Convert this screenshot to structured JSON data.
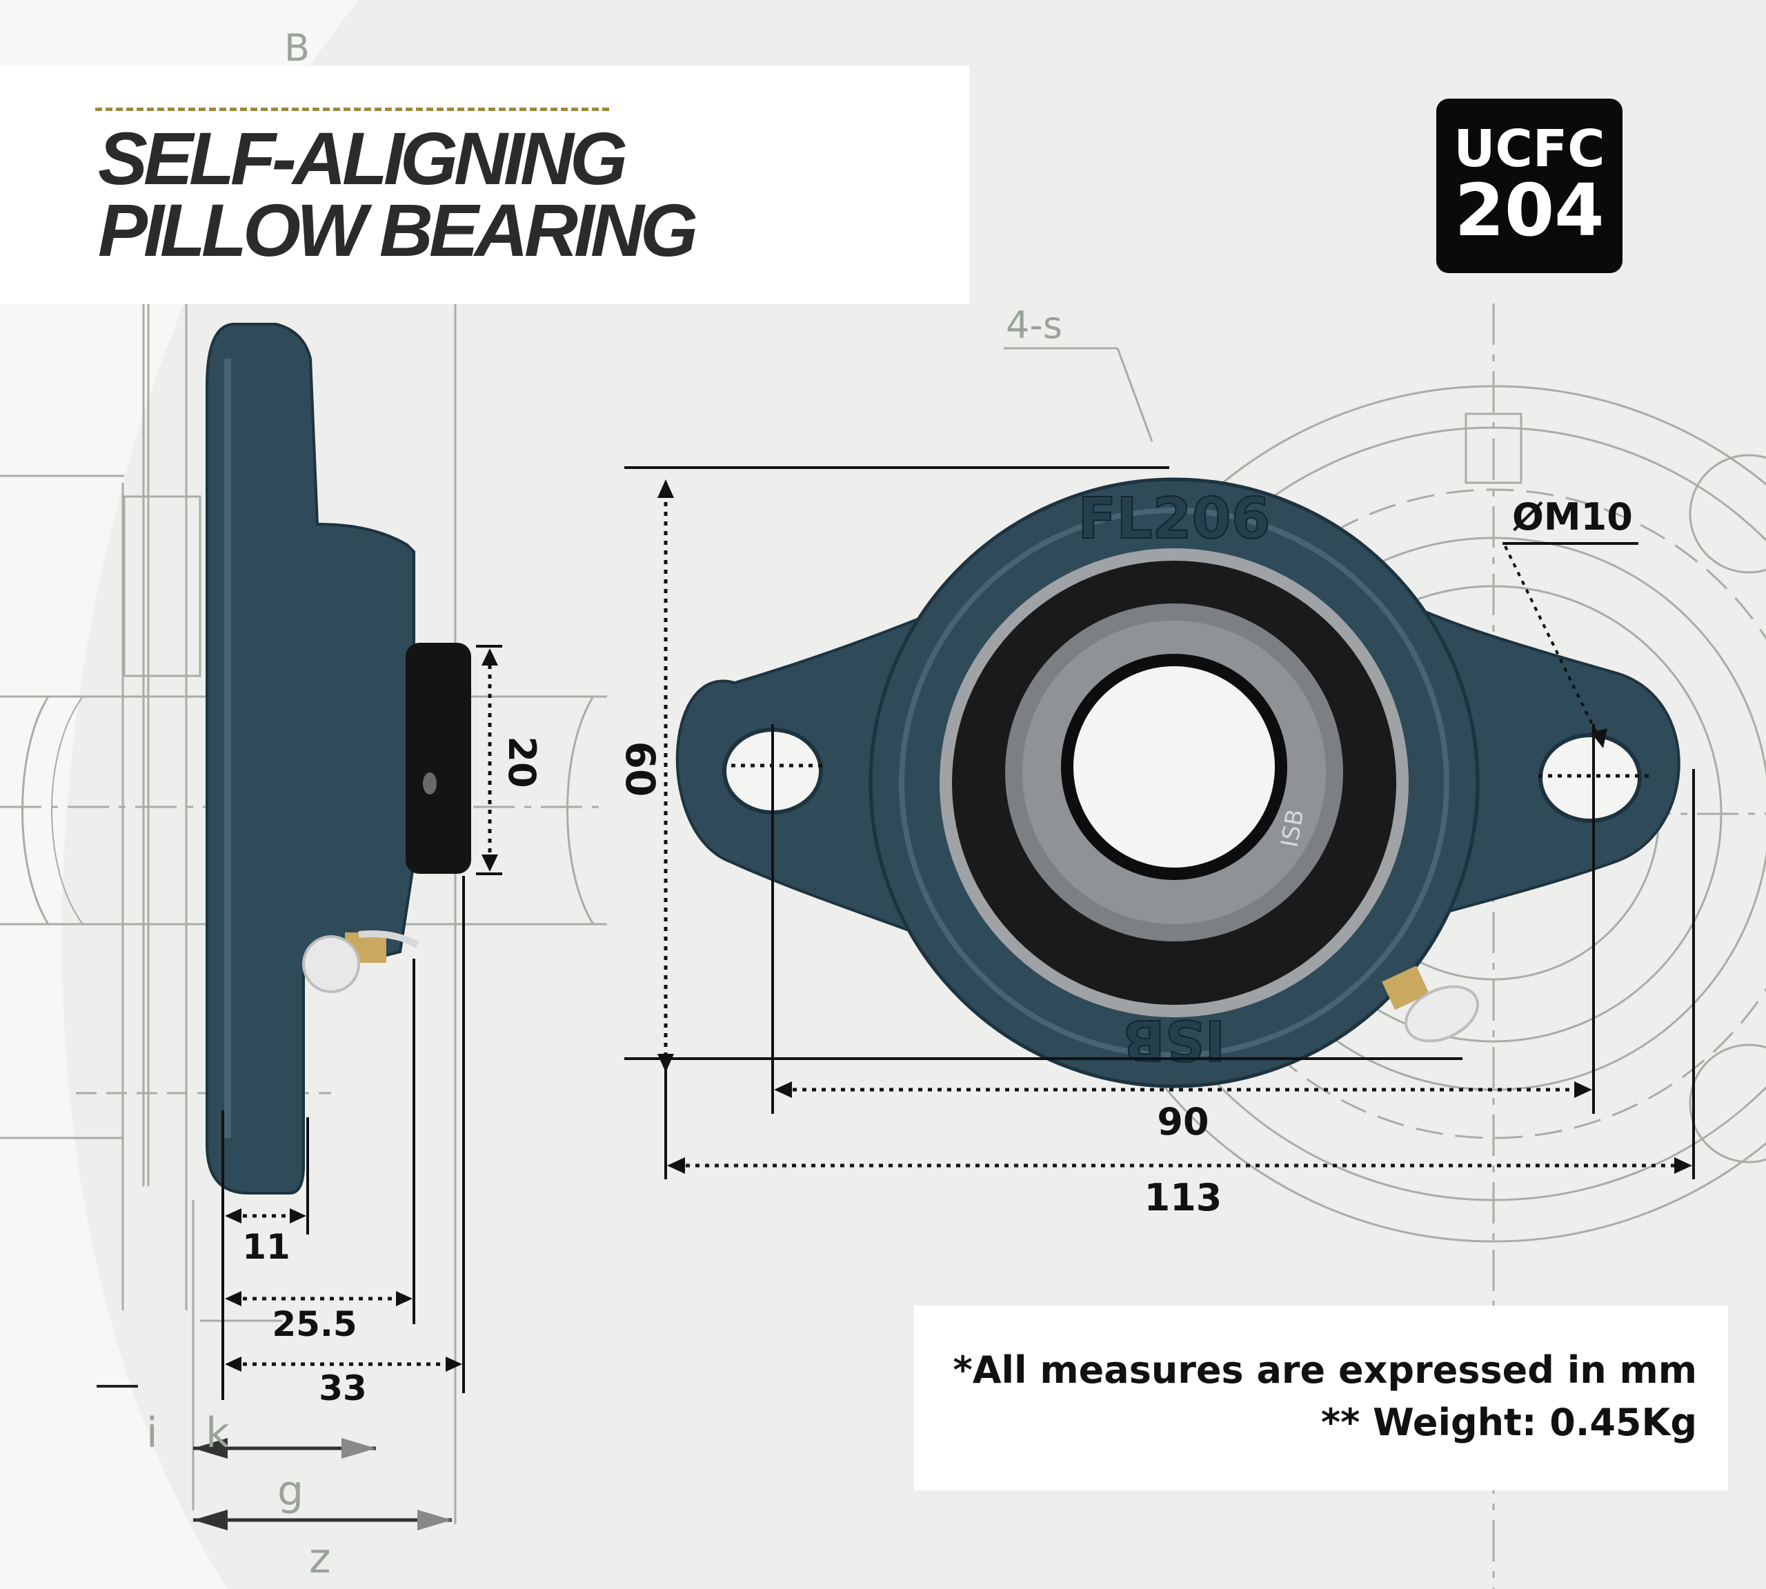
{
  "title": {
    "line1": "SELF-ALIGNING",
    "line2": "PILLOW BEARING"
  },
  "badge": {
    "line1": "UCFC",
    "line2": "204"
  },
  "dimensions": {
    "height_60": "60",
    "width_90": "90",
    "width_113": "113",
    "hole_diameter": "ØM10",
    "shaft_20": "20",
    "depth_11": "11",
    "depth_25_5": "25.5",
    "depth_33": "33"
  },
  "casting_marks": {
    "top": "FL206",
    "bottom": "ISB",
    "insert": "ISB"
  },
  "drawing_labels": {
    "holes": "4-s",
    "letter_b": "B",
    "letter_i": "i",
    "letter_k": "k",
    "letter_g": "g",
    "letter_z": "z"
  },
  "notes": {
    "units": "*All measures are expressed in mm",
    "weight": "** Weight: 0.45Kg"
  },
  "colors": {
    "housing": "#2f4a58",
    "housing_dark": "#1d3340",
    "insert_black": "#141414",
    "ring_steel": "#8c8f92",
    "drawing_line": "#9aa39a",
    "dimension": "#111111"
  }
}
